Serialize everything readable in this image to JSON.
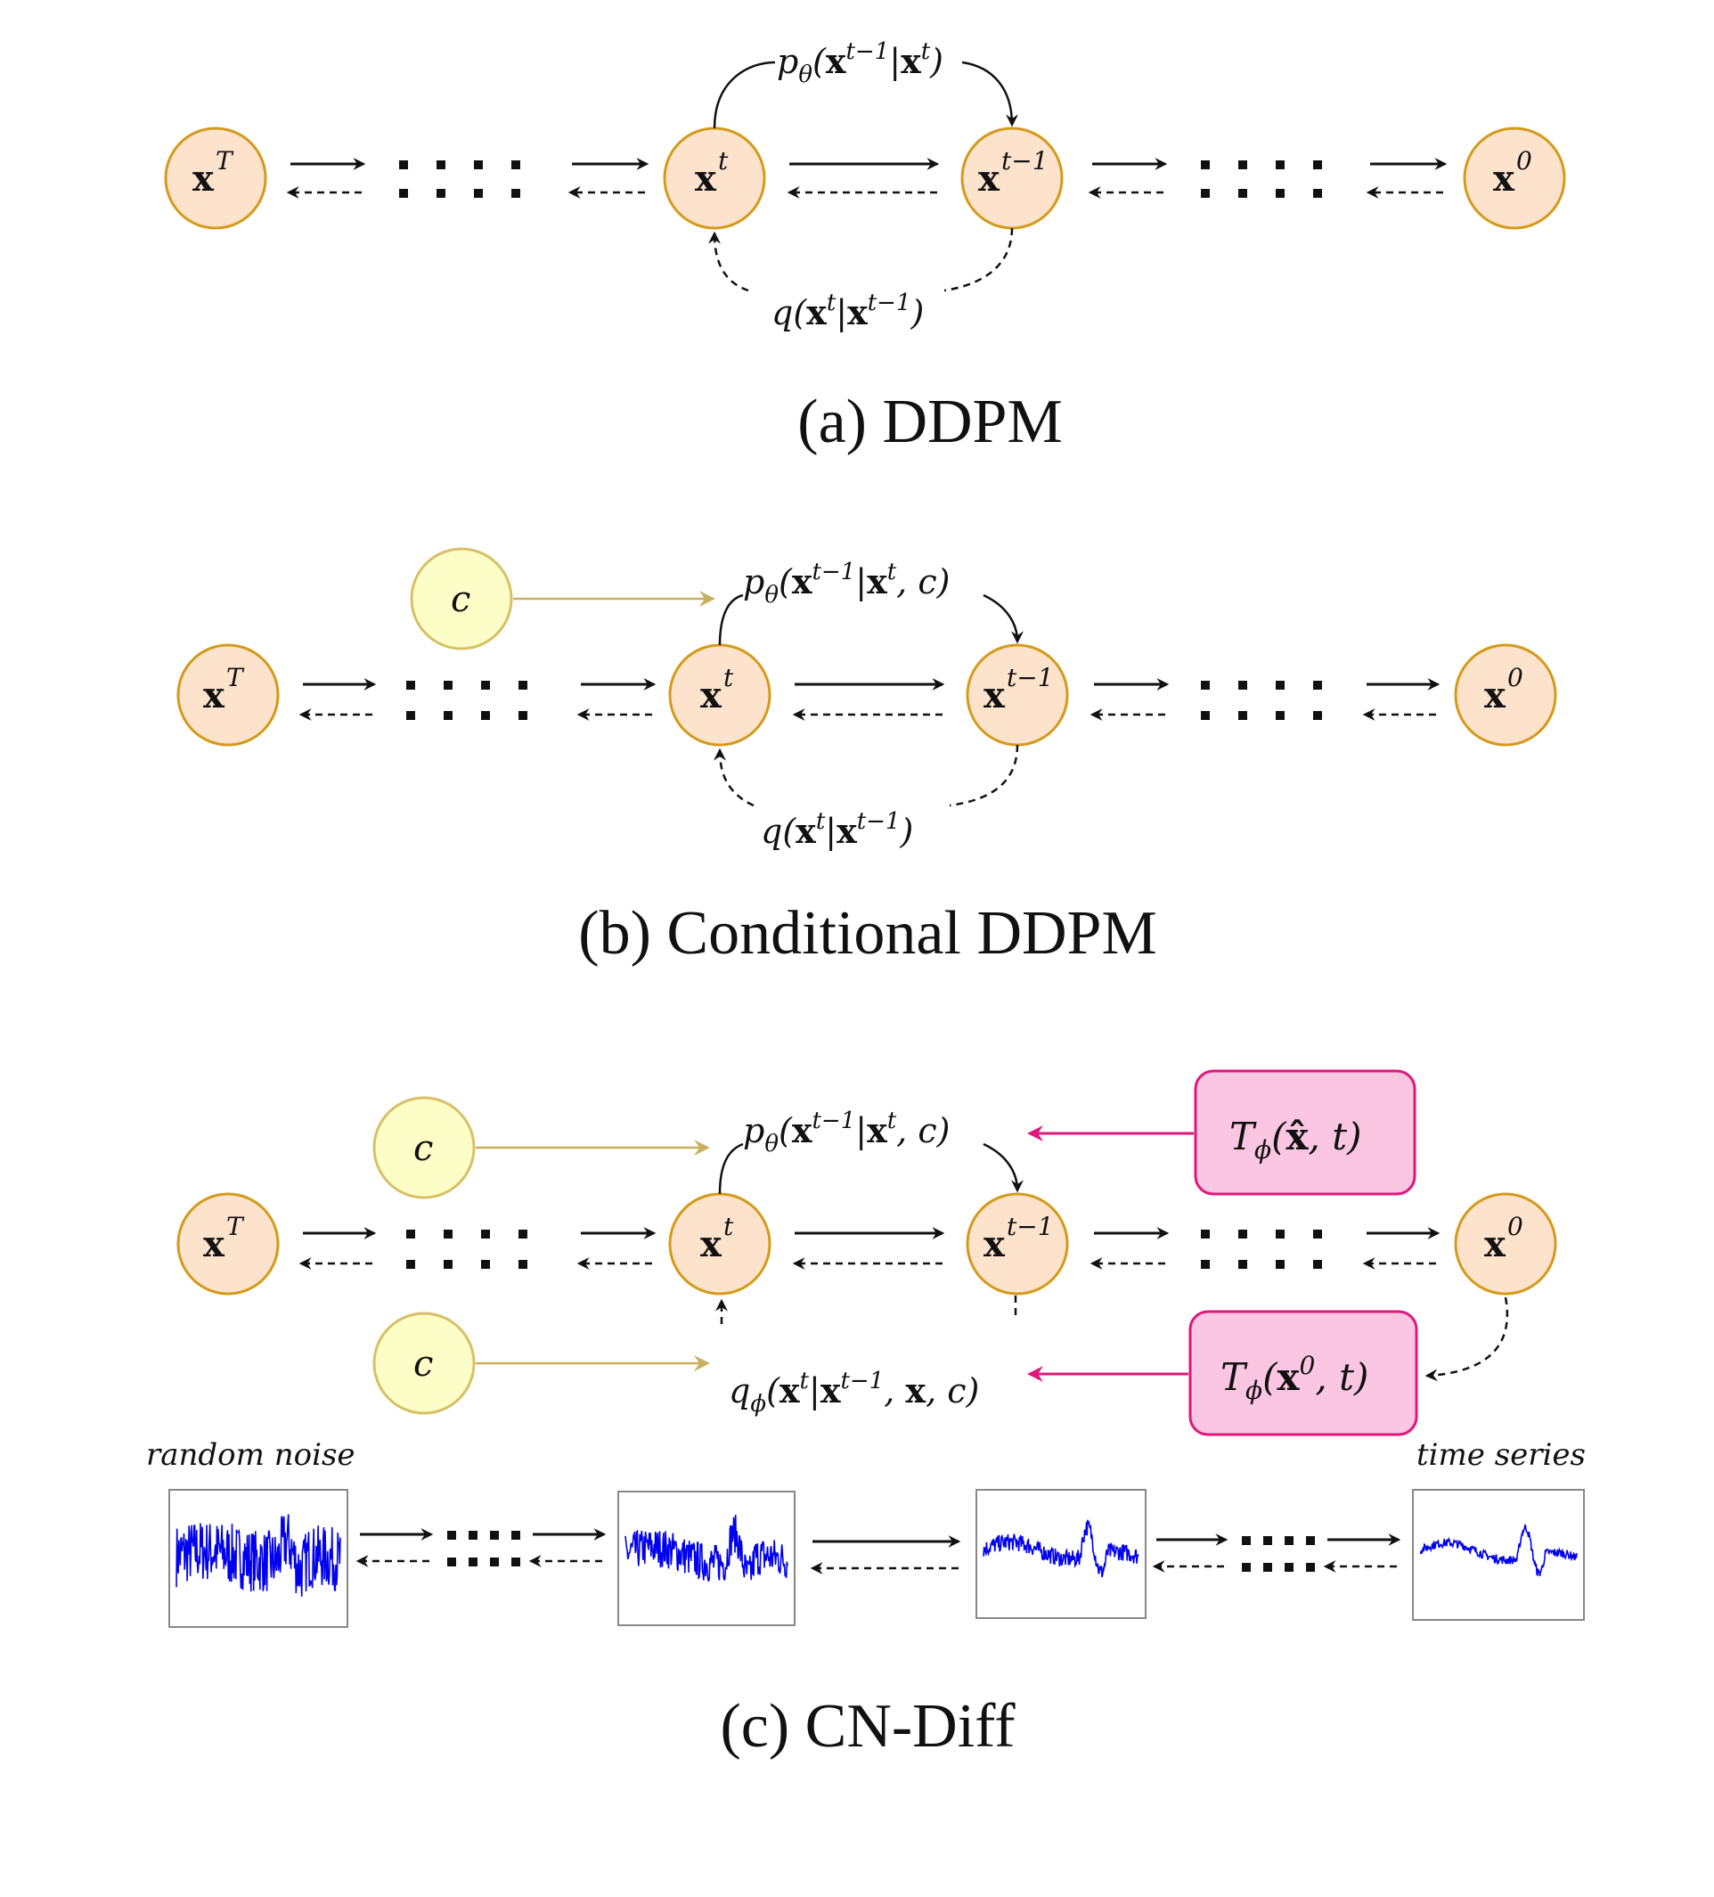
{
  "panels": [
    {
      "id": "a",
      "caption": "(a)  DDPM",
      "nodes": {
        "xT": "x",
        "xT_sup": "T",
        "xt": "x",
        "xt_sup": "t",
        "xt1": "x",
        "xt1_sup": "t−1",
        "x0": "x",
        "x0_sup": "0"
      },
      "dots": "∶ ∶ ∶ ∶",
      "top_label": "pθ(x^(t−1)|x^t)",
      "bottom_label": "q(x^t|x^(t−1))"
    },
    {
      "id": "b",
      "caption": "(b)  Conditional DDPM",
      "cond": "c",
      "top_label": "pθ(x^(t−1)|x^t, c)",
      "bottom_label": "q(x^t|x^(t−1))"
    },
    {
      "id": "c",
      "caption": "(c)  CN-Diff",
      "cond_top": "c",
      "cond_bottom": "c",
      "top_label": "pθ(x^(t−1)|x^t, c)",
      "bottom_label": "qϕ(x^t|x^(t−1), x, c)",
      "box_top": "Tϕ(x̂, t)",
      "box_bottom": "Tϕ(x^0, t)",
      "noise_label": "random noise",
      "series_label": "time series"
    }
  ],
  "colors": {
    "node_fill": "#fde3cc",
    "node_stroke": "#d59a1a",
    "cond_fill": "#fdfdc7",
    "cond_stroke": "#d8c066",
    "cond_arrow": "#c9b060",
    "pink_fill": "#fbc6e2",
    "pink_stroke": "#e0177a",
    "pink_arrow": "#e0177a",
    "series": "#0000ee"
  }
}
